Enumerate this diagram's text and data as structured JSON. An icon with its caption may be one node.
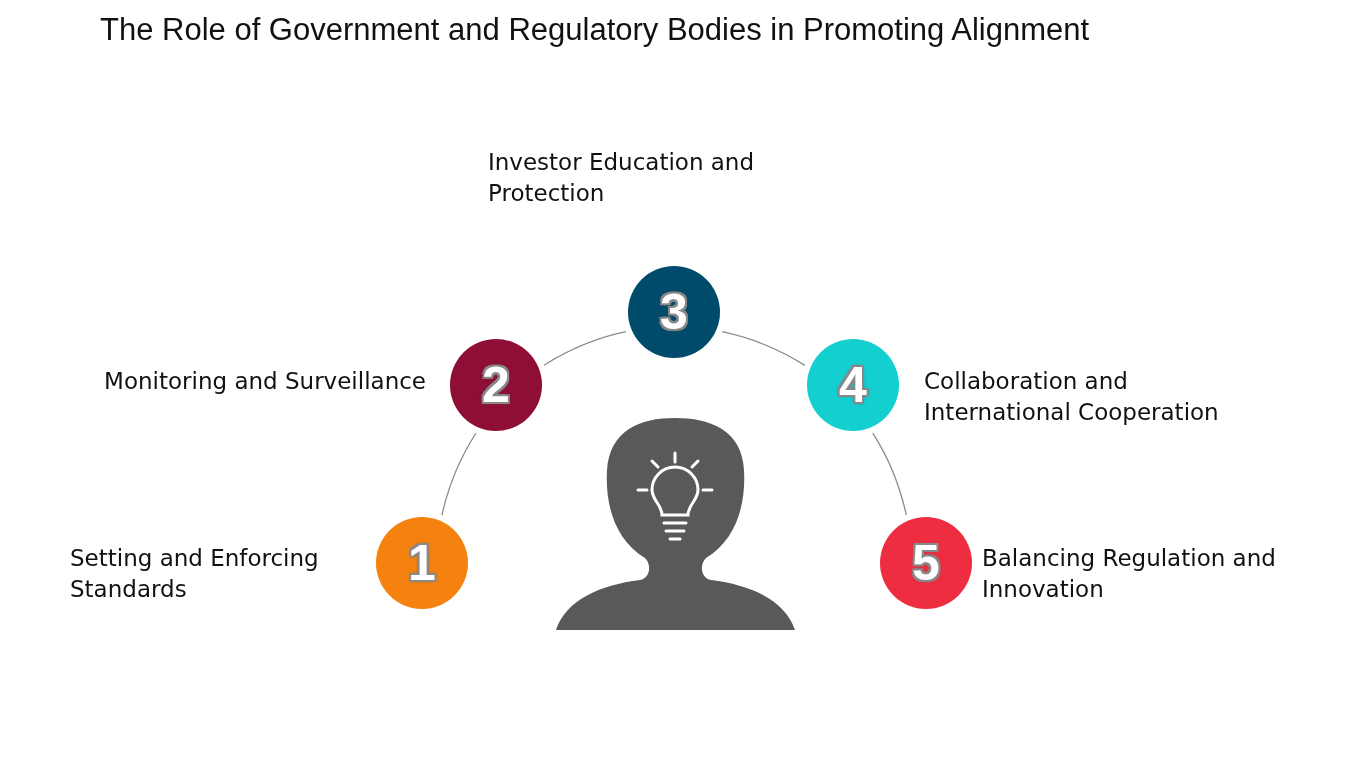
{
  "diagram": {
    "title": "The Role of Government and Regulatory Bodies in Promoting Alignment",
    "nodes": [
      {
        "text": [
          "1"
        ],
        "beside": [
          "Setting and Enforcing Standards"
        ]
      },
      {
        "text": [
          "2"
        ],
        "beside": [
          "Monitoring and Surveillance"
        ]
      },
      {
        "text": [
          "3"
        ],
        "beside": [
          "Investor Education and Protection"
        ]
      },
      {
        "text": [
          "4"
        ],
        "beside": [
          "Collaboration and International Cooperation"
        ]
      },
      {
        "text": [
          "5"
        ],
        "beside": [
          "Balancing Regulation and Innovation"
        ]
      }
    ],
    "edges": [
      {
        "from": 0,
        "to": 1,
        "arrow": "none"
      },
      {
        "from": 1,
        "to": 2,
        "arrow": "none"
      },
      {
        "from": 2,
        "to": 3,
        "arrow": "none"
      },
      {
        "from": 3,
        "to": 4,
        "arrow": "none"
      }
    ]
  }
}
